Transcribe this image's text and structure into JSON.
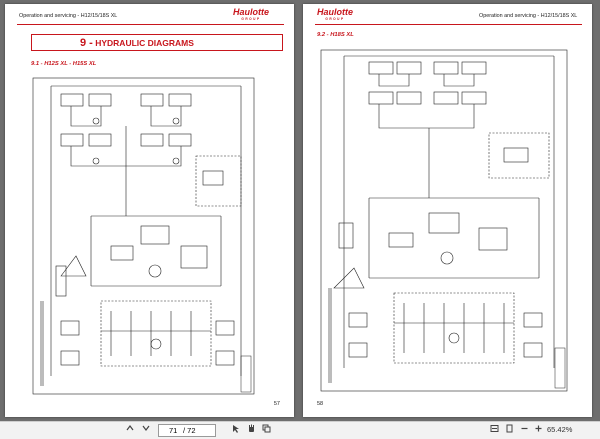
{
  "left_page": {
    "header_title": "Operation and servicing - H12/15/18S XL",
    "logo": "Haulotte",
    "logo_sub": "GROUP",
    "chapter_number": "9 -",
    "chapter_title": "HYDRAULIC DIAGRAMS",
    "section": "9.1 -     H12S XL - H15S XL",
    "page_number": "57"
  },
  "right_page": {
    "header_title": "Operation and servicing - H12/15/18S XL",
    "logo": "Haulotte",
    "logo_sub": "GROUP",
    "section": "9.2 -     H18S XL",
    "page_number": "58"
  },
  "toolbar": {
    "current_page": "71",
    "total_pages": "/ 72",
    "zoom": "65.42%"
  },
  "colors": {
    "brand": "#c8161d",
    "viewer_bg": "#6e6e6e",
    "toolbar_bg": "#f2f2f2"
  }
}
